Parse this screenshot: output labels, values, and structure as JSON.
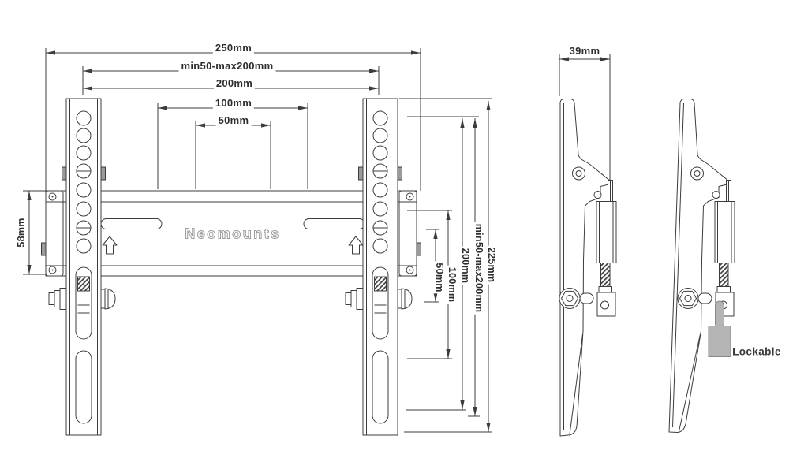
{
  "diagram": {
    "brand_logo": "Neomounts",
    "annotations": {
      "lockable": "Lockable"
    },
    "dimensions": {
      "front_overall_width": "250mm",
      "front_adjustable_range": "min50-max200mm",
      "front_width_200": "200mm",
      "front_width_100": "100mm",
      "front_width_50": "50mm",
      "plate_height": "58mm",
      "right_height_50": "50mm",
      "right_height_100": "100mm",
      "right_height_200": "200mm",
      "right_adjustable_range": "min50-max200mm",
      "right_overall_height": "225mm",
      "side_depth": "39mm"
    }
  }
}
